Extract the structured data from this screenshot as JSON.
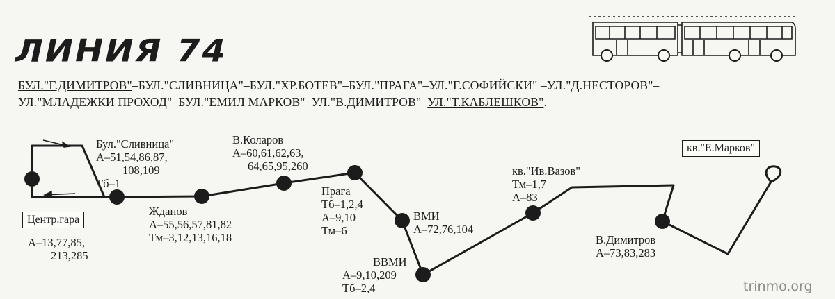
{
  "title": "ЛИНИЯ 74",
  "route_description": {
    "line1": [
      {
        "text": "БУЛ.\"Г.ДИМИТРОВ\"",
        "underline": true
      },
      {
        "text": "–БУЛ.\"СЛИВНИЦА\"–БУЛ.\"ХР.БОТЕВ\"–БУЛ.\"ПРАГА\"–УЛ.\"Г.СОФИЙСКИ\" –УЛ.\"Д.НЕСТОРОВ\"–",
        "underline": false
      }
    ],
    "line2": [
      {
        "text": "УЛ.\"МЛАДЕЖКИ ПРОХОД\"–БУЛ.\"ЕМИЛ МАРКОВ\"–УЛ.\"В.ДИМИТРОВ\"–",
        "underline": false
      },
      {
        "text": "УЛ.\"Т.КАБЛЕШКОВ\"",
        "underline": true
      },
      {
        "text": ".",
        "underline": false
      }
    ]
  },
  "terminals": {
    "start": {
      "name": "Центр.гара",
      "transfers": [
        "А–13,77,85,",
        "213,285"
      ]
    },
    "end": {
      "name": "кв.\"Е.Марков\""
    }
  },
  "stops": [
    {
      "id": "slivnitsa",
      "name": "Бул.\"Сливница\"",
      "transfers": [
        "А–51,54,86,87,",
        "108,109",
        "Тб–1"
      ]
    },
    {
      "id": "zhdanov",
      "name": "Жданов",
      "transfers": [
        "А–55,56,57,81,82",
        "Тм–3,12,13,16,18"
      ]
    },
    {
      "id": "kolarov",
      "name": "В.Коларов",
      "transfers": [
        "А–60,61,62,63,",
        "64,65,95,260"
      ]
    },
    {
      "id": "praga",
      "name": "Прага",
      "transfers": [
        "Тб–1,2,4",
        "А–9,10",
        "Тм–6"
      ]
    },
    {
      "id": "vmi",
      "name": "ВМИ",
      "transfers": [
        "А–72,76,104"
      ]
    },
    {
      "id": "vvmi",
      "name": "ВВМИ",
      "transfers": [
        "А–9,10,209",
        "Тб–2,4"
      ]
    },
    {
      "id": "ivvazov",
      "name": "кв.\"Ив.Вазов\"",
      "transfers": [
        "Тм–1,7",
        "А–83"
      ]
    },
    {
      "id": "vdimitrov",
      "name": "В.Димитров",
      "transfers": [
        "А–73,83,283"
      ]
    }
  ],
  "watermark": "trinmo.org",
  "icons": {
    "bus": "articulated-bus-icon"
  },
  "colors": {
    "ink": "#1c1c1c",
    "paper": "#f6f6f2",
    "watermark": "#8a8a8a"
  }
}
